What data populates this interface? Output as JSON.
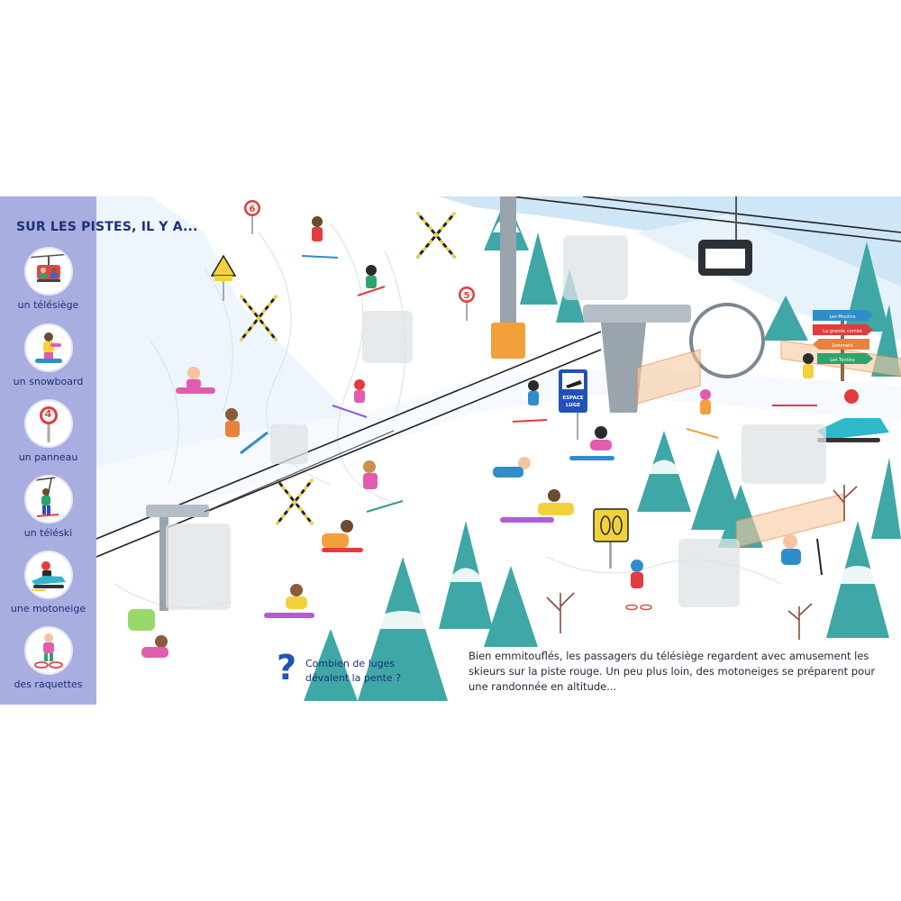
{
  "sidebar": {
    "title": "SUR LES PISTES, IL Y A...",
    "items": [
      {
        "label": "un télésiège",
        "icon": "chairlift-icon"
      },
      {
        "label": "un snowboard",
        "icon": "snowboard-icon"
      },
      {
        "label": "un panneau",
        "icon": "sign-icon",
        "sign_number": "4"
      },
      {
        "label": "un téléski",
        "icon": "ski-lift-icon"
      },
      {
        "label": "une motoneige",
        "icon": "snowmobile-icon"
      },
      {
        "label": "des raquettes",
        "icon": "snowshoes-icon"
      }
    ]
  },
  "scene": {
    "signs": {
      "piste_6": "6",
      "piste_5": "5",
      "espace_luge": [
        "ESPACE",
        "LUGE"
      ],
      "direction_arrows": [
        "Les Moulins",
        "La grande combe",
        "Sommets",
        "Les Tontins"
      ]
    },
    "question": "Combien de luges dévalent la pente ?",
    "question_mark": "?",
    "story": "Bien emmitouflés, les passagers du télésiège regardent avec amusement les skieurs sur la piste rouge. Un peu plus loin, des motoneiges se préparent pour une randonnée en altitude...",
    "colors": {
      "sidebar": "#a9aee0",
      "title": "#1d2f7a",
      "sky": "#cfe6f6",
      "snow": "#ffffff",
      "tree": "#3fa7a6",
      "fence": "#e8823c"
    }
  }
}
